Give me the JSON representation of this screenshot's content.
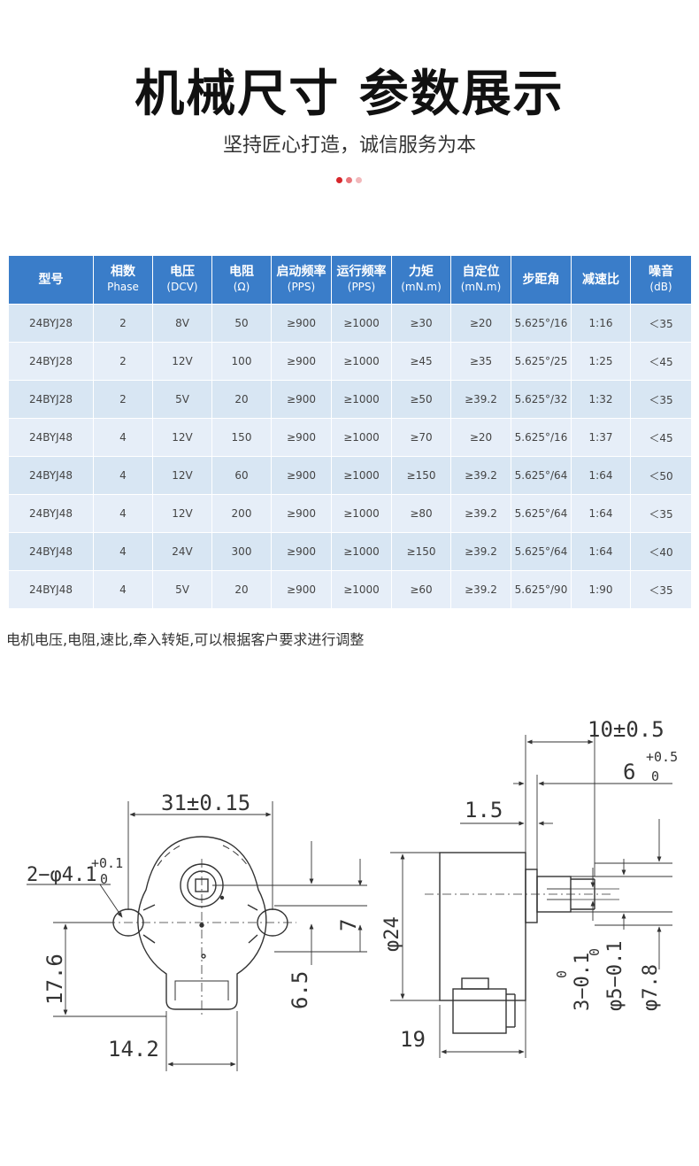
{
  "header": {
    "title": "机械尺寸 参数展示",
    "subtitle": "坚持匠心打造，诚信服务为本",
    "dot_colors": [
      "#d7262b",
      "#e9757a",
      "#f2b8bb"
    ]
  },
  "colors": {
    "header_bg": "#3a7dc9",
    "row_a": "#d8e6f3",
    "row_b": "#e6eef8"
  },
  "table": {
    "columns": [
      {
        "label": "型号",
        "unit": ""
      },
      {
        "label": "相数",
        "unit": "Phase"
      },
      {
        "label": "电压",
        "unit": "(DCV)"
      },
      {
        "label": "电阻",
        "unit": "(Ω)"
      },
      {
        "label": "启动频率",
        "unit": "(PPS)"
      },
      {
        "label": "运行频率",
        "unit": "(PPS)"
      },
      {
        "label": "力矩",
        "unit": "(mN.m)"
      },
      {
        "label": "自定位",
        "unit": "(mN.m)"
      },
      {
        "label": "步距角",
        "unit": ""
      },
      {
        "label": "减速比",
        "unit": ""
      },
      {
        "label": "噪音",
        "unit": "(dB)"
      }
    ],
    "rows": [
      [
        "24BYJ28",
        "2",
        "8V",
        "50",
        "≥900",
        "≥1000",
        "≥30",
        "≥20",
        "5.625°/16",
        "1:16",
        "＜35"
      ],
      [
        "24BYJ28",
        "2",
        "12V",
        "100",
        "≥900",
        "≥1000",
        "≥45",
        "≥35",
        "5.625°/25",
        "1:25",
        "＜45"
      ],
      [
        "24BYJ28",
        "2",
        "5V",
        "20",
        "≥900",
        "≥1000",
        "≥50",
        "≥39.2",
        "5.625°/32",
        "1:32",
        "＜35"
      ],
      [
        "24BYJ48",
        "4",
        "12V",
        "150",
        "≥900",
        "≥1000",
        "≥70",
        "≥20",
        "5.625°/16",
        "1:37",
        "＜45"
      ],
      [
        "24BYJ48",
        "4",
        "12V",
        "60",
        "≥900",
        "≥1000",
        "≥150",
        "≥39.2",
        "5.625°/64",
        "1:64",
        "＜50"
      ],
      [
        "24BYJ48",
        "4",
        "12V",
        "200",
        "≥900",
        "≥1000",
        "≥80",
        "≥39.2",
        "5.625°/64",
        "1:64",
        "＜35"
      ],
      [
        "24BYJ48",
        "4",
        "24V",
        "300",
        "≥900",
        "≥1000",
        "≥150",
        "≥39.2",
        "5.625°/64",
        "1:64",
        "＜40"
      ],
      [
        "24BYJ48",
        "4",
        "5V",
        "20",
        "≥900",
        "≥1000",
        "≥60",
        "≥39.2",
        "5.625°/90",
        "1:90",
        "＜35"
      ]
    ]
  },
  "note": "电机电压,电阻,速比,牵入转矩,可以根据客户要求进行调整",
  "drawing": {
    "dim_31": "31±0.15",
    "dim_hole": "2−φ4.1",
    "tol_hole_upper": "+0.1",
    "tol_hole_lower": "0",
    "dim_17_6": "17.6",
    "dim_14_2": "14.2",
    "dim_7": "7",
    "dim_6_5": "6.5",
    "dim_phi24": "φ24",
    "dim_19": "19",
    "dim_10": "10±0.5",
    "dim_6": "6",
    "tol_6_upper": "+0.5",
    "tol_6_lower": "0",
    "dim_1_5": "1.5",
    "dim_3": "3−0.1",
    "dim_3_tol": "0",
    "dim_phi5": "φ5−0.1",
    "dim_phi5_tol": "0",
    "dim_phi7_8": "φ7.8"
  }
}
